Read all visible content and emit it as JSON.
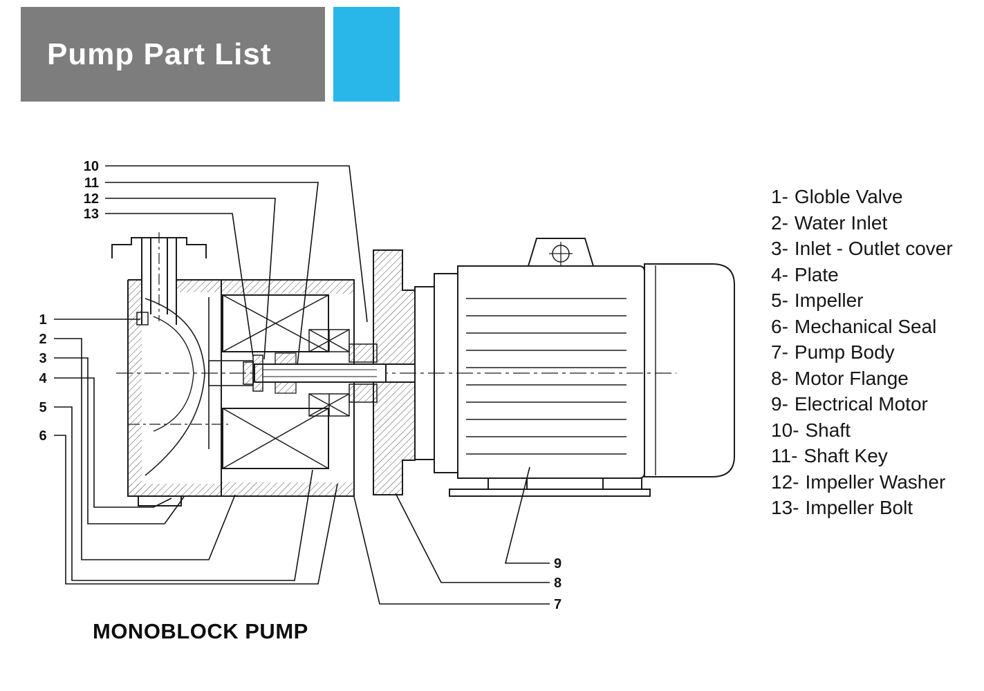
{
  "header": {
    "title": "Pump Part List"
  },
  "colors": {
    "header_bg": "#7d7d7d",
    "accent_cyan": "#29b7ea",
    "ink": "#1a1a1a"
  },
  "diagram": {
    "caption": "MONOBLOCK PUMP",
    "callout_labels": [
      "1",
      "2",
      "3",
      "4",
      "5",
      "6",
      "7",
      "8",
      "9",
      "10",
      "11",
      "12",
      "13"
    ]
  },
  "parts_list": {
    "items": [
      {
        "num": "1-",
        "label": "Globle Valve"
      },
      {
        "num": "2-",
        "label": "Water Inlet"
      },
      {
        "num": "3-",
        "label": "Inlet - Outlet cover"
      },
      {
        "num": "4-",
        "label": "Plate"
      },
      {
        "num": "5-",
        "label": "Impeller"
      },
      {
        "num": "6-",
        "label": "Mechanical Seal"
      },
      {
        "num": "7-",
        "label": "Pump Body"
      },
      {
        "num": "8-",
        "label": "Motor Flange"
      },
      {
        "num": "9-",
        "label": "Electrical Motor"
      },
      {
        "num": "10-",
        "label": "Shaft"
      },
      {
        "num": "11-",
        "label": "Shaft Key"
      },
      {
        "num": "12-",
        "label": "Impeller Washer"
      },
      {
        "num": "13-",
        "label": "Impeller Bolt"
      }
    ]
  }
}
